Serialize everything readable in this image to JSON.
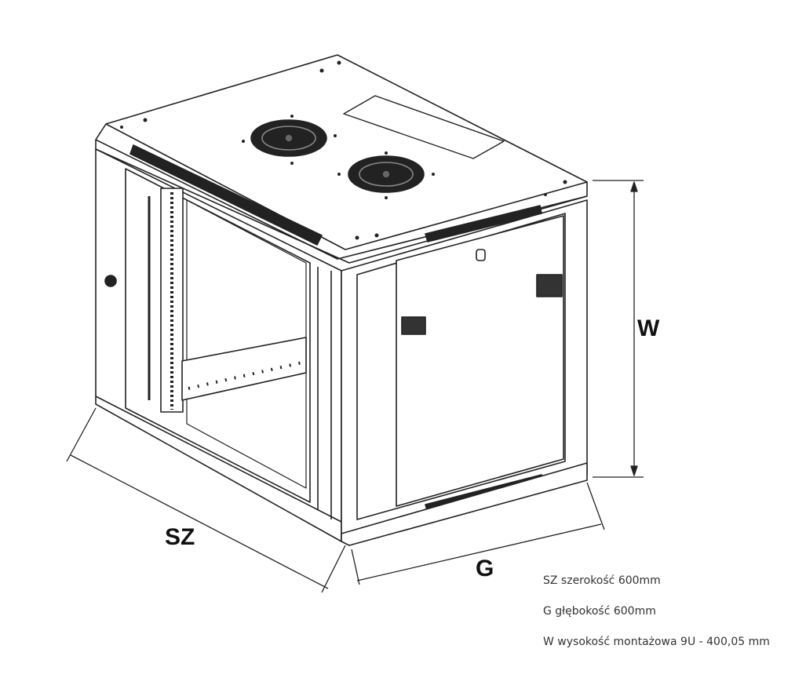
{
  "dimension_labels": {
    "width": "SZ",
    "depth": "G",
    "height": "W"
  },
  "specs": [
    "SZ szerokość 600mm",
    "G głębokość 600mm",
    "W wysokość montażowa 9U - 400,05 mm"
  ]
}
